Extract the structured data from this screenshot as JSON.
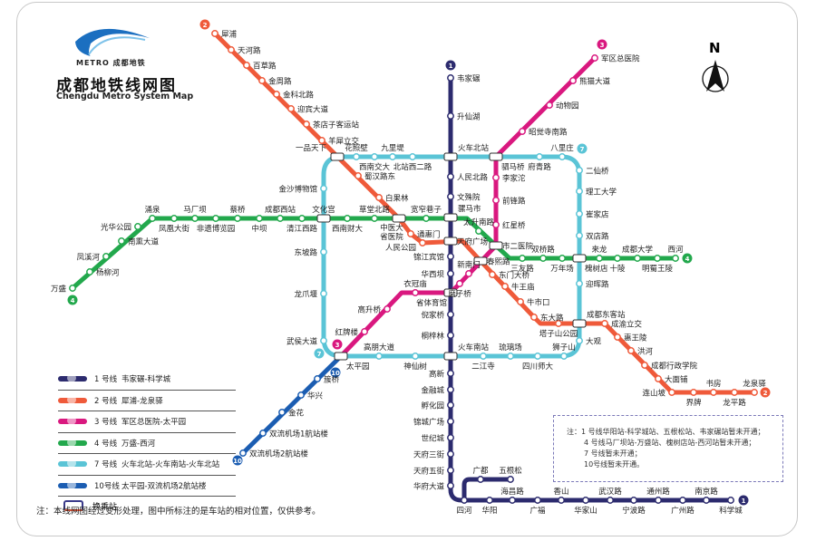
{
  "header": {
    "logo_text": "METRO 成都地铁",
    "title": "成都地铁线网图",
    "subtitle": "Chengdu Metro System Map",
    "north": "N"
  },
  "colors": {
    "line1": "#2c2b6e",
    "line2": "#ef5a3a",
    "line3": "#d9187f",
    "line4": "#22a84c",
    "line7": "#5ac4d6",
    "line10": "#1b5db2"
  },
  "lines": {
    "line1": {
      "badge": "1",
      "stations": [
        "韦家碾",
        "升仙湖",
        "火车北站",
        "人民北路",
        "文殊院",
        "骡马市",
        "天府广场",
        "锦江宾馆",
        "华西坝",
        "省体育馆",
        "倪家桥",
        "桐梓林",
        "火车南站",
        "高新",
        "金融城",
        "孵化园",
        "锦城广场",
        "世纪城",
        "天府三街",
        "天府五街",
        "华府大道",
        "四河",
        "华阳",
        "海昌路",
        "广福",
        "香山",
        "华家山",
        "武汉路",
        "宁波路",
        "通州路",
        "广州路",
        "南京路",
        "科学城"
      ],
      "branch": [
        "广都",
        "五根松"
      ]
    },
    "line2": {
      "badge": "2",
      "stations": [
        "犀浦",
        "天河路",
        "百草路",
        "金周路",
        "金科北路",
        "迎宾大道",
        "茶店子客运站",
        "羊犀立交",
        "一品天下",
        "蜀汉路东",
        "白果林",
        "中医大省医院",
        "通惠门",
        "人民公园",
        "天府广场",
        "春熙路",
        "东门大桥",
        "牛王庙",
        "牛市口",
        "东大路",
        "塔子山公园",
        "成都东客站",
        "成渝立交",
        "惠王陵",
        "洪河",
        "成都行政学院",
        "大面铺",
        "连山坡",
        "界牌",
        "书房",
        "龙平路",
        "龙泉驿"
      ]
    },
    "line3": {
      "badge": "3",
      "stations": [
        "军区总医院",
        "熊猫大道",
        "动物园",
        "昭觉寺南路",
        "驷马桥",
        "李家沱",
        "前锋路",
        "红星桥",
        "市二医院",
        "春熙路",
        "新南门",
        "磨子桥",
        "省体育馆",
        "衣冠庙",
        "高升桥",
        "红牌楼",
        "太平园"
      ]
    },
    "line4": {
      "badge": "4",
      "stations": [
        "万盛",
        "杨柳河",
        "凤溪河",
        "南熏大道",
        "光华公园",
        "涌泉",
        "凤凰大街",
        "马厂坝",
        "非遗博览园",
        "蔡桥",
        "中坝",
        "成都西站",
        "清江西路",
        "文化宫",
        "西南财大",
        "草堂北路",
        "中医大省医院",
        "宽窄巷子",
        "骡马市",
        "太升南路",
        "市二医院",
        "三友路",
        "双桥路",
        "万年场",
        "槐树店",
        "来龙",
        "十陵",
        "成都大学",
        "明蜀王陵",
        "西河"
      ]
    },
    "line7": {
      "badge": "7",
      "stations": [
        "一品天下",
        "花照壁",
        "西南交大",
        "九里堤",
        "北站西二路",
        "火车北站",
        "驷马桥",
        "府青路",
        "八里庄",
        "二仙桥",
        "理工大学",
        "崔家店",
        "双店路",
        "槐树店",
        "迎晖路",
        "成都东客站",
        "大观",
        "狮子山",
        "四川师大",
        "琉璃场",
        "二江寺",
        "火车南站",
        "神仙树",
        "高朋大道",
        "太平园",
        "武侯大道",
        "龙爪堰",
        "东坡路",
        "文化宫",
        "金沙博物馆"
      ]
    },
    "line10": {
      "badge": "10",
      "stations": [
        "太平园",
        "簇桥",
        "华兴",
        "金花",
        "双流机场1航站楼",
        "双流机场2航站楼"
      ]
    }
  },
  "legend": {
    "rows": [
      {
        "num": "1 号线",
        "name": "韦家碾-科学城"
      },
      {
        "num": "2 号线",
        "name": "犀浦-龙泉驿"
      },
      {
        "num": "3 号线",
        "name": "军区总医院-太平园"
      },
      {
        "num": "4 号线",
        "name": "万盛-西河"
      },
      {
        "num": "7 号线",
        "name": "火车北站-火车南站-火车北站"
      },
      {
        "num": "10号线",
        "name": "太平园-双流机场2航站楼"
      }
    ],
    "transfer": "换乘站"
  },
  "note": {
    "l1": "注：1  号线华阳站-科学城站、五根松站、韦家碾站暂未开通；",
    "l2": "4 号线马厂坝站-万盛站、槐树店站-西河站暂未开通；",
    "l3": "7 号线暂未开通；",
    "l4": "10号线暂未开通。"
  },
  "footer": "注：本线网图经过变形处理，图中所标注的是车站的相对位置，仅供参考。"
}
